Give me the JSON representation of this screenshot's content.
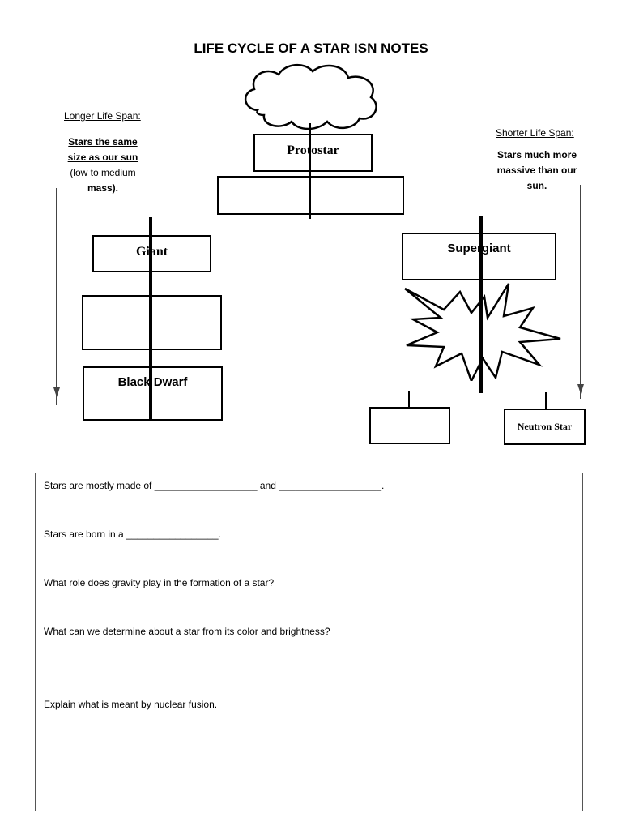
{
  "title": "LIFE CYCLE OF A STAR ISN NOTES",
  "left_panel": {
    "heading": "Longer Life Span:",
    "desc_underlined_1": "Stars the same",
    "desc_underlined_2": "size as our sun",
    "desc_line_3": "(low to medium",
    "desc_line_4": "mass)."
  },
  "right_panel": {
    "heading": "Shorter Life Span:",
    "desc_line_1": "Stars much more",
    "desc_line_2": "massive than our",
    "desc_line_3": "sun."
  },
  "diagram": {
    "protostar": "Protostar",
    "blank_center": "",
    "giant": "Giant",
    "blank_left": "",
    "black_dwarf": "Black Dwarf",
    "supergiant": "Supergiant",
    "blank_right": "",
    "neutron_star": "Neutron Star"
  },
  "questions": [
    "Stars are mostly made of ___________________ and ___________________.",
    "Stars are born in a _________________.",
    "What role does gravity play in the formation of a star?",
    "What can we determine about a star from its color and brightness?",
    "Explain what is meant by nuclear fusion."
  ]
}
